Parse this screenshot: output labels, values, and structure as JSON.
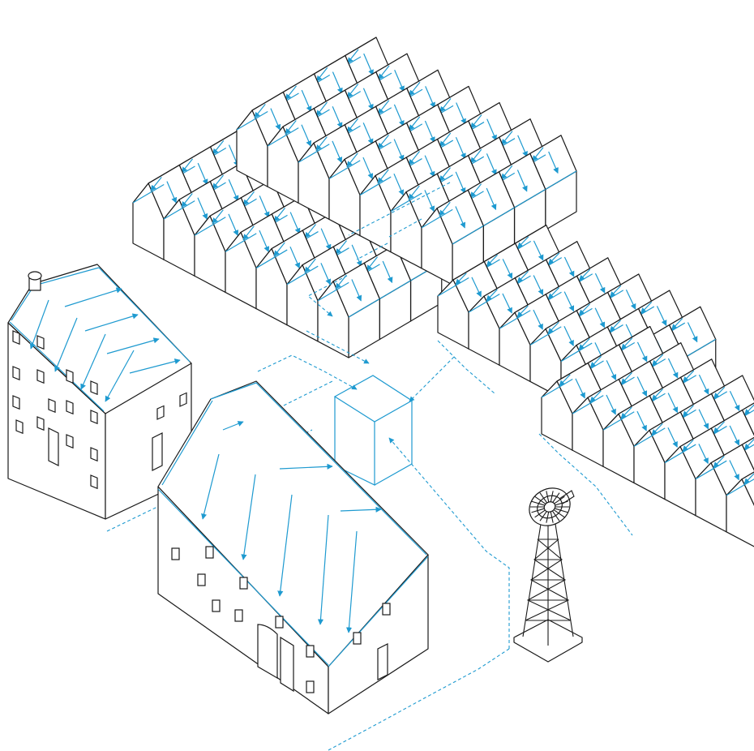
{
  "scene": {
    "description_visible_text": "",
    "colors": {
      "ink": "#1a1a1a",
      "water_flow": "#1e9ad0",
      "background": "#ffffff"
    },
    "elements": [
      "farmhouse",
      "barn",
      "greenhouse-cluster-north",
      "greenhouse-cluster-east",
      "water-cistern",
      "windmill",
      "rainwater-flow-arrows",
      "dashed-pipe-network"
    ]
  }
}
